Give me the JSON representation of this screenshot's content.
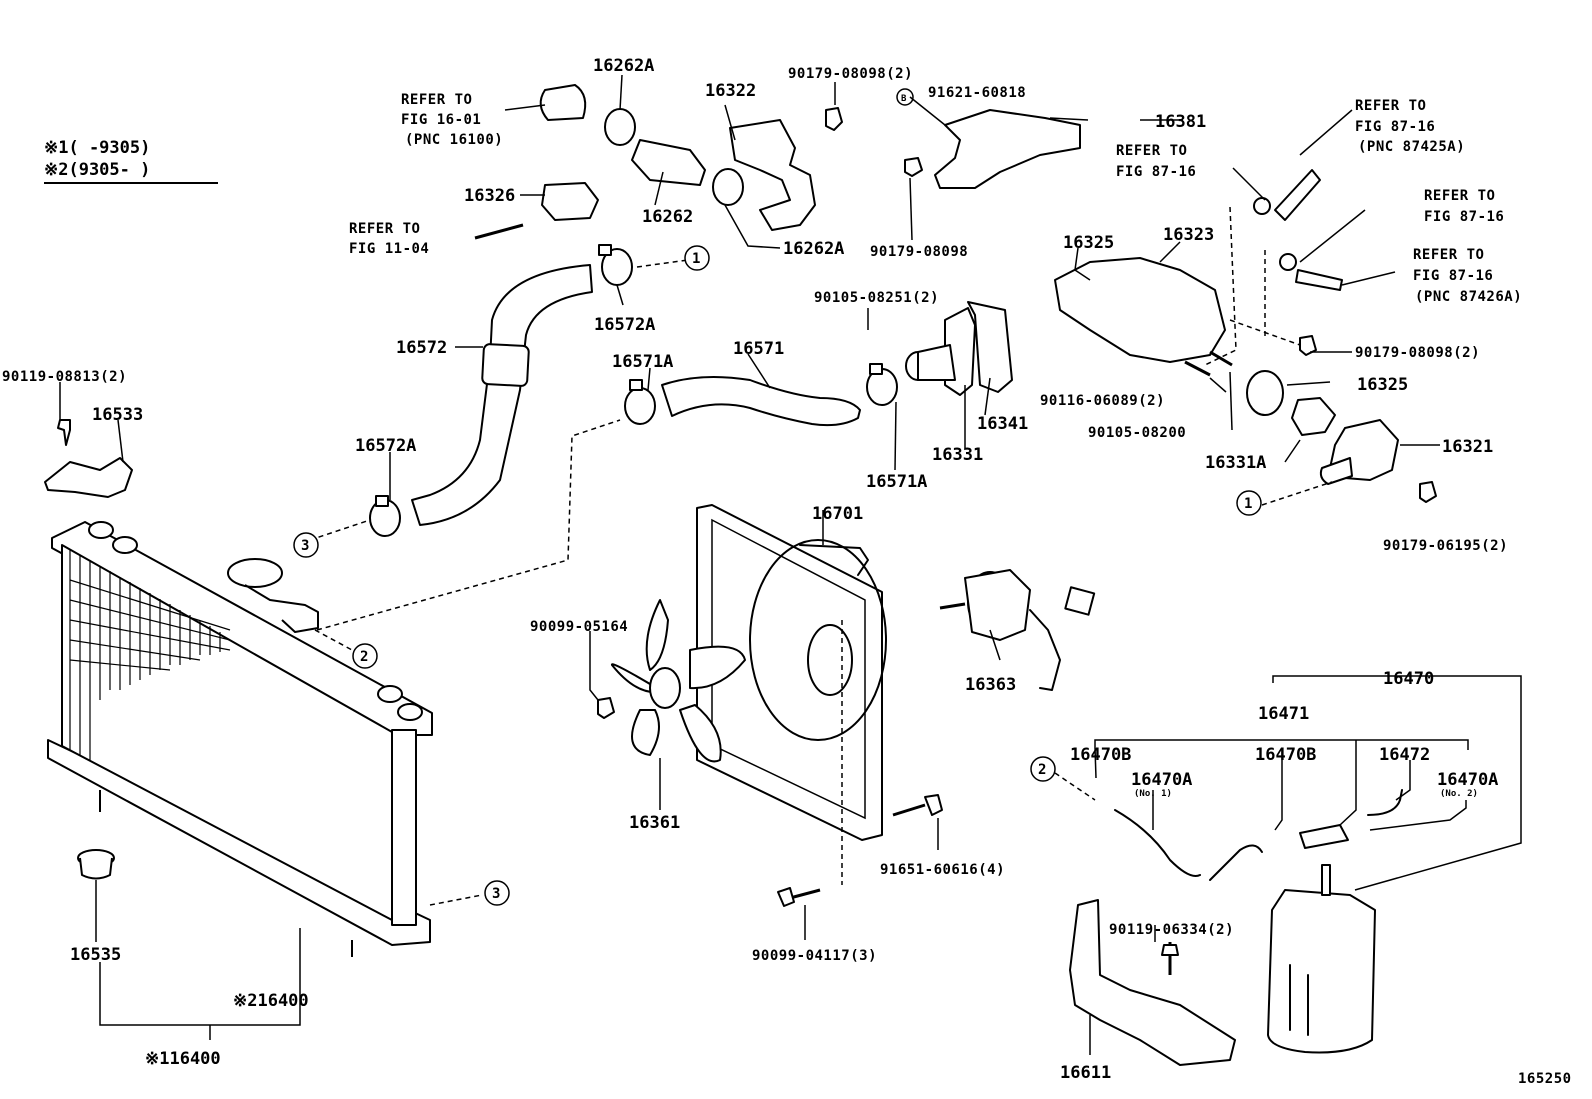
{
  "diagram_id": "165250",
  "legend": {
    "note1": "※1(     -9305)",
    "note2": "※2(9305-      )"
  },
  "refs": {
    "fig_16_01": "REFER TO",
    "fig_16_01_b": "FIG 16-01",
    "fig_16_01_c": "(PNC 16100)",
    "fig_11_04": "REFER TO",
    "fig_11_04_b": "FIG 11-04",
    "fig_87_16_a": "REFER TO",
    "fig_87_16_a_b": "FIG 87-16",
    "fig_87_16_a_c": "(PNC 87425A)",
    "fig_87_16_b": "REFER TO",
    "fig_87_16_b_b": "FIG 87-16",
    "fig_87_16_c": "REFER TO",
    "fig_87_16_c_b": "FIG 87-16",
    "fig_87_16_d": "REFER TO",
    "fig_87_16_d_b": "FIG 87-16",
    "fig_87_16_d_c": "(PNC 87426A)"
  },
  "labels": {
    "p16262A_top": "16262A",
    "p16322": "16322",
    "p90179_08098_2_top": "90179-08098(2)",
    "p91621_60818": "91621-60818",
    "p16381": "16381",
    "p16326": "16326",
    "p16262": "16262",
    "p16262A_bot": "16262A",
    "p90179_08098": "90179-08098",
    "p16325_top": "16325",
    "p16323": "16323",
    "p16572A_top": "16572A",
    "p90105_08251": "90105-08251(2)",
    "p16572": "16572",
    "p16571A_top": "16571A",
    "p16571": "16571",
    "p90179_08098_2_right": "90179-08098(2)",
    "p90119_08813": "90119-08813(2)",
    "p16533": "16533",
    "p90116_06089": "90116-06089(2)",
    "p16325_mid": "16325",
    "p16341": "16341",
    "p90105_08200": "90105-08200",
    "p16572A_bot": "16572A",
    "p16331": "16331",
    "p16321": "16321",
    "p16331A": "16331A",
    "p16571A_bot": "16571A",
    "p16701": "16701",
    "p90179_06195": "90179-06195(2)",
    "p90099_05164": "90099-05164",
    "p16363": "16363",
    "p16470": "16470",
    "p16471": "16471",
    "p16470B_left": "16470B",
    "p16470B_right": "16470B",
    "p16472": "16472",
    "p16470A_left": "16470A",
    "p16470A_left_sub": "(No. 1)",
    "p16470A_right": "16470A",
    "p16470A_right_sub": "(No. 2)",
    "p16361": "16361",
    "p91651_60616": "91651-60616(4)",
    "p90119_06334": "90119-06334(2)",
    "p16535": "16535",
    "p90099_04117": "90099-04117(3)",
    "p216400": "※216400",
    "p116400": "※116400",
    "p16611": "16611"
  },
  "callouts": {
    "c1": "1",
    "c2": "2",
    "c3": "3",
    "c_b": "B"
  }
}
